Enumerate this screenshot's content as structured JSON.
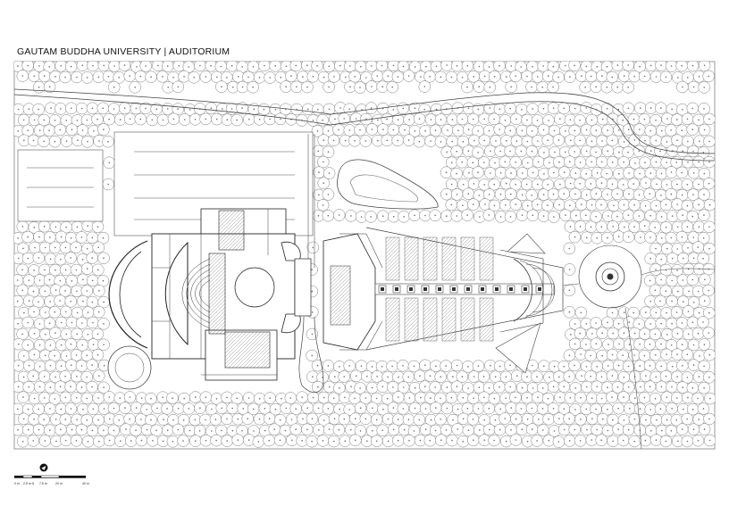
{
  "title": "GAUTAM BUDDHA UNIVERSITY | AUDITORIUM",
  "scale": {
    "labels": [
      "0 m",
      "2.5 m",
      "5",
      "7.5 m",
      "20 m",
      "40 m"
    ]
  },
  "north_icon": "north-arrow-icon",
  "colors": {
    "line": "#333333",
    "tree": "#6a6a6a",
    "paper": "#ffffff",
    "dark_shrub": "#555555"
  }
}
